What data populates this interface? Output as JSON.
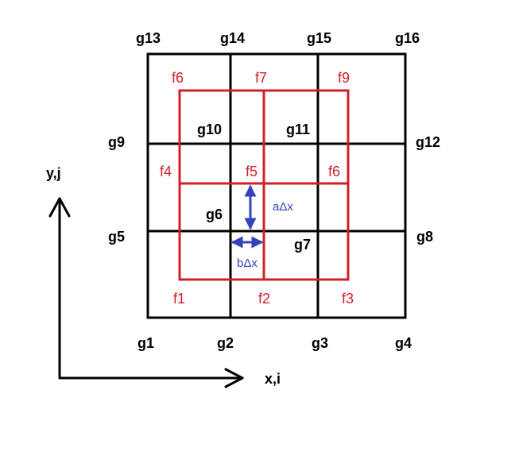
{
  "colors": {
    "coarse_grid": "#000000",
    "fine_grid": "#d0202a",
    "offsets": "#3344bb"
  },
  "grid_labels": {
    "g1": "g1",
    "g2": "g2",
    "g3": "g3",
    "g4": "g4",
    "g5": "g5",
    "g6": "g6",
    "g7": "g7",
    "g8": "g8",
    "g9": "g9",
    "g10": "g10",
    "g11": "g11",
    "g12": "g12",
    "g13": "g13",
    "g14": "g14",
    "g15": "g15",
    "g16": "g16"
  },
  "fine_labels": {
    "f1": "f1",
    "f2": "f2",
    "f3": "f3",
    "f4": "f4",
    "f5": "f5",
    "f6_right": "f6",
    "f6_top": "f6",
    "f7": "f7",
    "f9": "f9"
  },
  "offsets": {
    "a": "aΔx",
    "b": "bΔx"
  },
  "axes": {
    "x": "x,i",
    "y": "y,j"
  }
}
